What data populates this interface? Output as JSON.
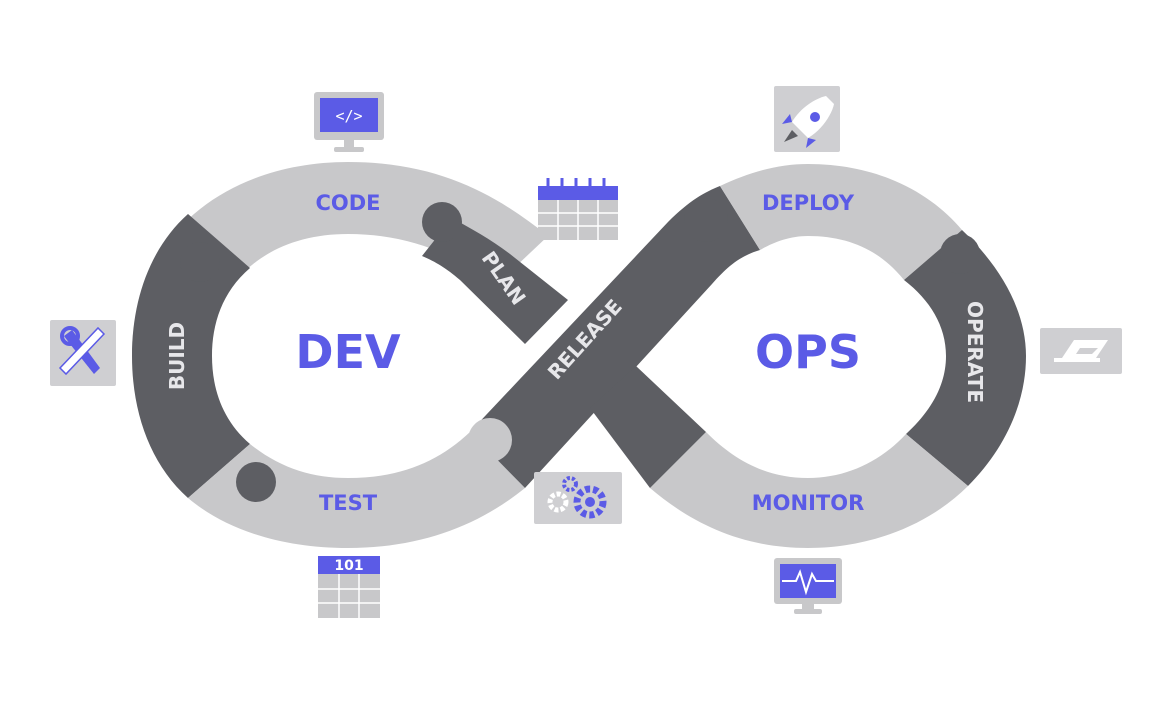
{
  "center": {
    "left": "DEV",
    "right": "OPS"
  },
  "stages": {
    "code": "CODE",
    "plan": "PLAN",
    "build": "BUILD",
    "test": "TEST",
    "release": "RELEASE",
    "deploy": "DEPLOY",
    "operate": "OPERATE",
    "monitor": "MONITOR"
  },
  "icons": {
    "code": {
      "name": "code-monitor-icon",
      "glyph": "</>"
    },
    "plan": {
      "name": "calendar-icon"
    },
    "build": {
      "name": "tools-icon"
    },
    "test": {
      "name": "binary-table-icon",
      "glyph": "101"
    },
    "release": {
      "name": "gears-icon"
    },
    "deploy": {
      "name": "rocket-icon"
    },
    "operate": {
      "name": "laptop-icon"
    },
    "monitor": {
      "name": "heartbeat-monitor-icon"
    }
  },
  "colors": {
    "accent": "#5b5be6",
    "light_segment": "#c8c8ca",
    "dark_segment": "#5d5e63",
    "icon_tile": "#cfcfd2"
  }
}
